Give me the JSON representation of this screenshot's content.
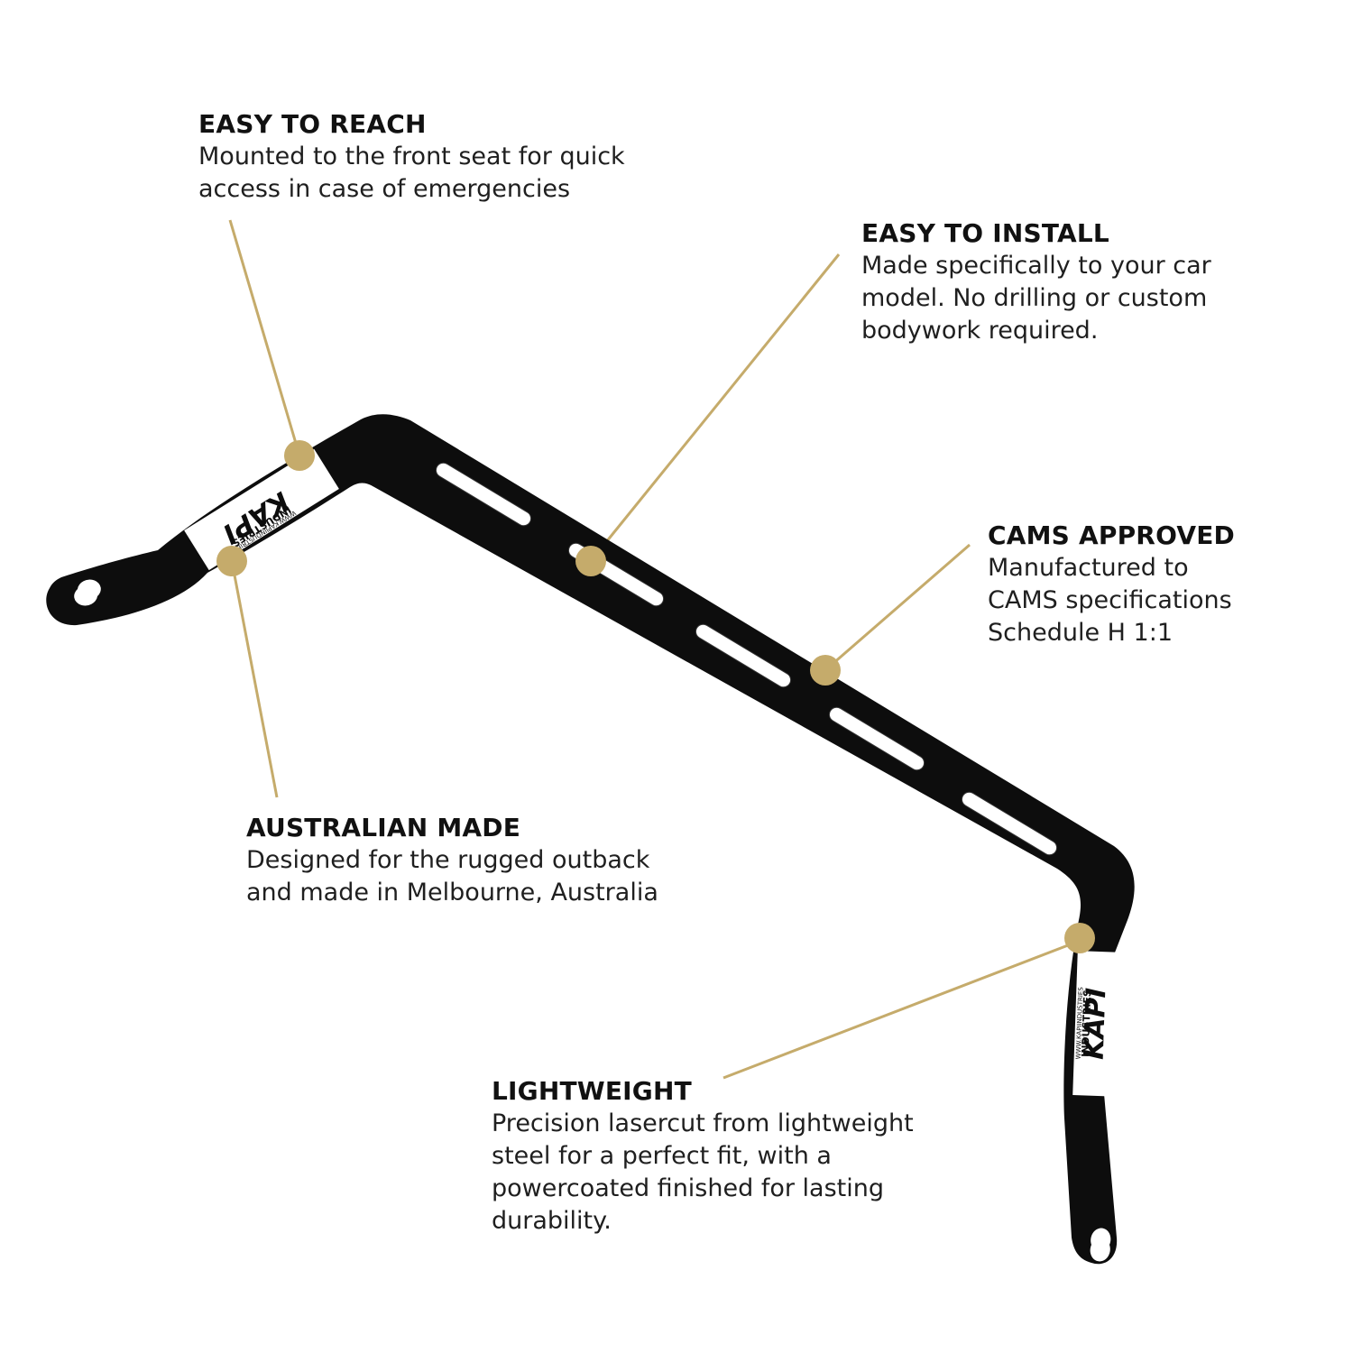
{
  "colors": {
    "accent": "#c5ab6b",
    "bracket": "#0d0d0d",
    "text": "#1a1a1a",
    "background": "#ffffff"
  },
  "features": {
    "easy_to_reach": {
      "title": "EASY TO REACH",
      "lines": [
        "Mounted to the front seat for quick",
        "access in case of emergencies"
      ]
    },
    "easy_to_install": {
      "title": "EASY TO INSTALL",
      "lines": [
        "Made specifically to your car",
        "model. No drilling or custom",
        "bodywork required."
      ]
    },
    "cams_approved": {
      "title": "CAMS APPROVED",
      "lines": [
        "Manufactured to",
        "CAMS specifications",
        "Schedule H 1:1"
      ]
    },
    "australian_made": {
      "title": "AUSTRALIAN MADE",
      "lines": [
        "Designed for the rugged outback",
        "and made in Melbourne, Australia"
      ]
    },
    "lightweight": {
      "title": "LIGHTWEIGHT",
      "lines": [
        "Precision lasercut from lightweight",
        "steel for a perfect fit, with a",
        "powercoated finished for lasting",
        "durability."
      ]
    }
  },
  "logo": {
    "brand": "KAPI",
    "sub": "INDUSTRIES",
    "url": "WWW.KAPIINDUSTRIES"
  }
}
